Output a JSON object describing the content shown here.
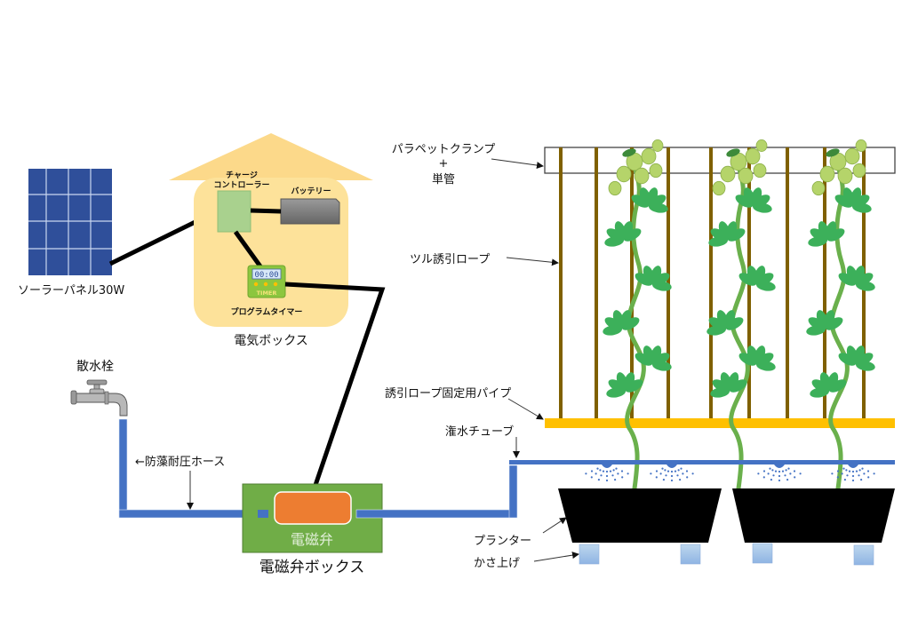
{
  "labels": {
    "solar_panel": "ソーラーパネル30W",
    "charge_controller_line1": "チャージ",
    "charge_controller_line2": "コントローラー",
    "battery": "バッテリー",
    "program_timer": "プログラムタイマー",
    "timer_display": "00:00",
    "timer_text": "TIMER",
    "electric_box": "電気ボックス",
    "faucet": "散水栓",
    "hose": "←防藻耐圧ホース",
    "solenoid_valve": "電磁弁",
    "solenoid_box": "電磁弁ボックス",
    "parapet_clamp_line1": "パラペットクランプ",
    "parapet_clamp_line2": "+",
    "parapet_clamp_line3": "単管",
    "vine_rope": "ツル誘引ロープ",
    "rope_pipe": "誘引ロープ固定用パイプ",
    "irrigation_tube": "潅水チューブ",
    "planter": "プランター",
    "raise": "かさ上げ"
  },
  "colors": {
    "solar_blue": "#2f4f9a",
    "box_yellow": "#fde29a",
    "roof_yellow": "#fcd98a",
    "controller_green": "#a9d18e",
    "battery_gray": "#7f7f7f",
    "timer_green": "#8cc63f",
    "hose_blue": "#4472c4",
    "solenoid_green": "#70ad47",
    "solenoid_orange": "#ed7d31",
    "rope_brown": "#7f6000",
    "pipe_yellow": "#ffc000",
    "leaf_green": "#3cb05a",
    "stem_green": "#6ab04c",
    "hop_green": "#b5d46a",
    "planter_black": "#000000",
    "raise_blue": "#9dc3e6"
  }
}
